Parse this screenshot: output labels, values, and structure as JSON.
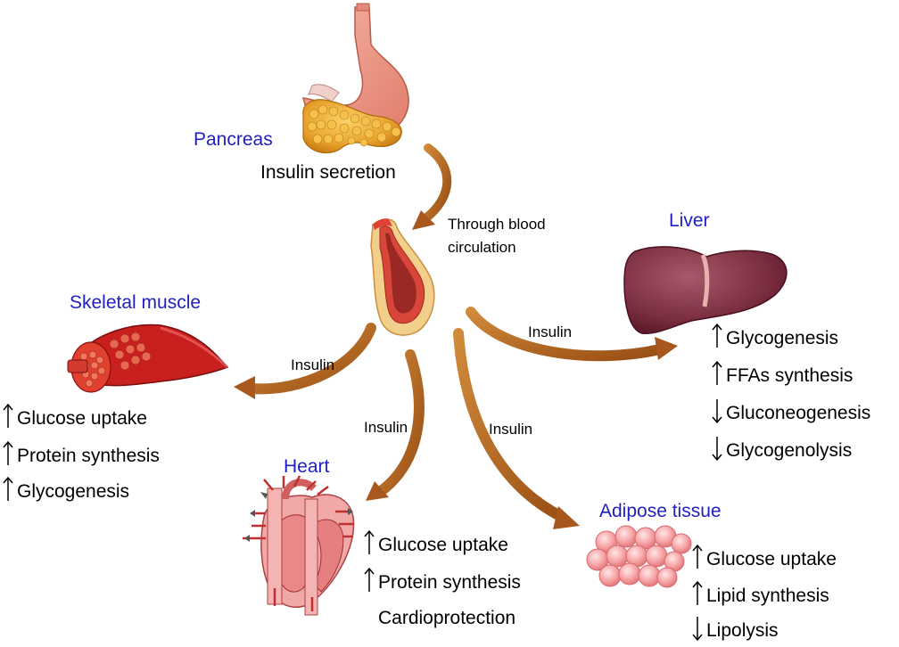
{
  "pancreas": {
    "label": "Pancreas",
    "action": "Insulin secretion"
  },
  "circulation": {
    "line1": "Through blood",
    "line2": "circulation"
  },
  "insulin_label": "Insulin",
  "liver": {
    "label": "Liver",
    "effects": [
      {
        "dir": "up",
        "text": "Glycogenesis"
      },
      {
        "dir": "up",
        "text": "FFAs synthesis"
      },
      {
        "dir": "down",
        "text": "Gluconeogenesis"
      },
      {
        "dir": "down",
        "text": "Glycogenolysis"
      }
    ]
  },
  "skeletal_muscle": {
    "label": "Skeletal muscle",
    "effects": [
      {
        "dir": "up",
        "text": "Glucose uptake"
      },
      {
        "dir": "up",
        "text": "Protein synthesis"
      },
      {
        "dir": "up",
        "text": "Glycogenesis"
      }
    ]
  },
  "heart": {
    "label": "Heart",
    "effects": [
      {
        "dir": "up",
        "text": "Glucose uptake"
      },
      {
        "dir": "up",
        "text": "Protein synthesis"
      },
      {
        "dir": "none",
        "text": "Cardioprotection"
      }
    ]
  },
  "adipose": {
    "label": "Adipose tissue",
    "effects": [
      {
        "dir": "up",
        "text": "Glucose uptake"
      },
      {
        "dir": "up",
        "text": "Lipid synthesis"
      },
      {
        "dir": "down",
        "text": "Lipolysis"
      }
    ]
  },
  "colors": {
    "organ_label": "#1f1fbf",
    "flow_arrow": "#b8651c",
    "text": "#000000"
  }
}
